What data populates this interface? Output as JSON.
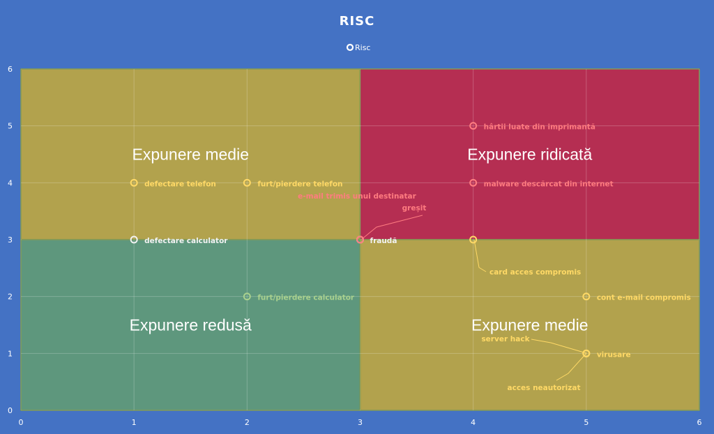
{
  "chart_data": {
    "type": "scatter",
    "title": "RISC",
    "xlabel": "",
    "ylabel": "",
    "xlim": [
      0,
      6
    ],
    "ylim": [
      0,
      6
    ],
    "x_ticks": [
      "0",
      "1",
      "2",
      "3",
      "4",
      "5",
      "6"
    ],
    "y_ticks": [
      "0",
      "1",
      "2",
      "3",
      "4",
      "5",
      "6"
    ],
    "grid": true,
    "legend": {
      "position": "top",
      "entries": [
        "Risc"
      ]
    },
    "series": [
      {
        "name": "Risc"
      }
    ],
    "zones": [
      {
        "label": "Expunere medie",
        "x": [
          0,
          3
        ],
        "y": [
          3,
          6
        ],
        "color": "#B2A24D"
      },
      {
        "label": "Expunere ridicată",
        "x": [
          3,
          6
        ],
        "y": [
          3,
          6
        ],
        "color": "#B52E52"
      },
      {
        "label": "Expunere redusă",
        "x": [
          0,
          3
        ],
        "y": [
          0,
          3
        ],
        "color": "#5E977D"
      },
      {
        "label": "Expunere medie",
        "x": [
          3,
          6
        ],
        "y": [
          0,
          3
        ],
        "color": "#B2A24D"
      }
    ],
    "points": [
      {
        "x": 1,
        "y": 4,
        "label": "defectare telefon"
      },
      {
        "x": 2,
        "y": 4,
        "label": "furt/pierdere telefon"
      },
      {
        "x": 1,
        "y": 3,
        "label": "defectare calculator"
      },
      {
        "x": 2,
        "y": 2,
        "label": "furt/pierdere calculator"
      },
      {
        "x": 3,
        "y": 3,
        "label": "fraudă"
      },
      {
        "x": 3,
        "y": 3,
        "label": "e-mail trimis unui destinatar greșit"
      },
      {
        "x": 4,
        "y": 5,
        "label": "hârtii luate din imprimantă"
      },
      {
        "x": 4,
        "y": 4,
        "label": "malware descărcat din internet"
      },
      {
        "x": 4,
        "y": 3,
        "label": "card acces compromis"
      },
      {
        "x": 5,
        "y": 2,
        "label": "cont e-mail compromis"
      },
      {
        "x": 5,
        "y": 1,
        "label": "virusare"
      },
      {
        "x": 5,
        "y": 1,
        "label": "server hack"
      },
      {
        "x": 5,
        "y": 1,
        "label": "acces neautorizat"
      }
    ]
  },
  "colors": {
    "background": "#4472C4",
    "label_on_yellow": "#FFD966",
    "label_on_red": "#FF7C80",
    "label_on_green": "#A9D18E",
    "label_on_border": "#F2F2F2"
  }
}
